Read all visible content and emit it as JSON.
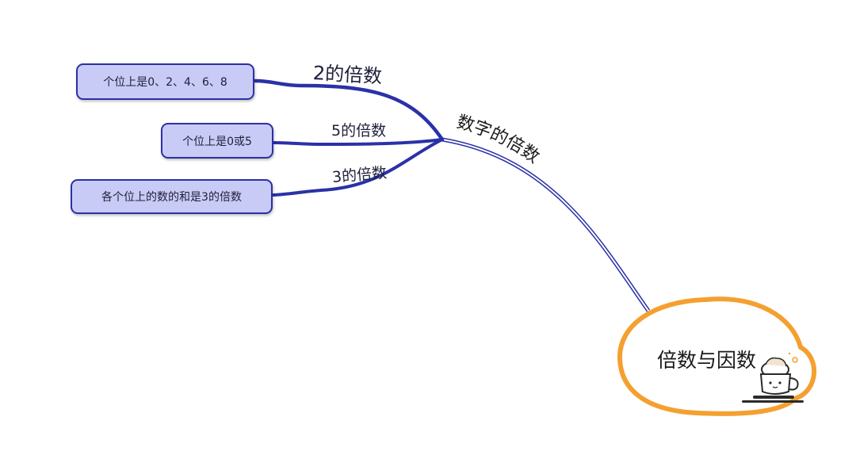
{
  "root": {
    "label": "倍数与因数"
  },
  "main_branch": {
    "label": "数字的倍数"
  },
  "sub_branches": [
    {
      "label": "2的倍数",
      "leaf": "个位上是0、2、4、6、8"
    },
    {
      "label": "5的倍数",
      "leaf": "个位上是0或5"
    },
    {
      "label": "3的倍数",
      "leaf": "各个位上的数的和是3的倍数"
    }
  ],
  "colors": {
    "branch": "#2b31a6",
    "leaf_fill": "#c9cbf7",
    "root_outline": "#f4a030"
  },
  "icons": [
    "coffee-cup-icon"
  ]
}
